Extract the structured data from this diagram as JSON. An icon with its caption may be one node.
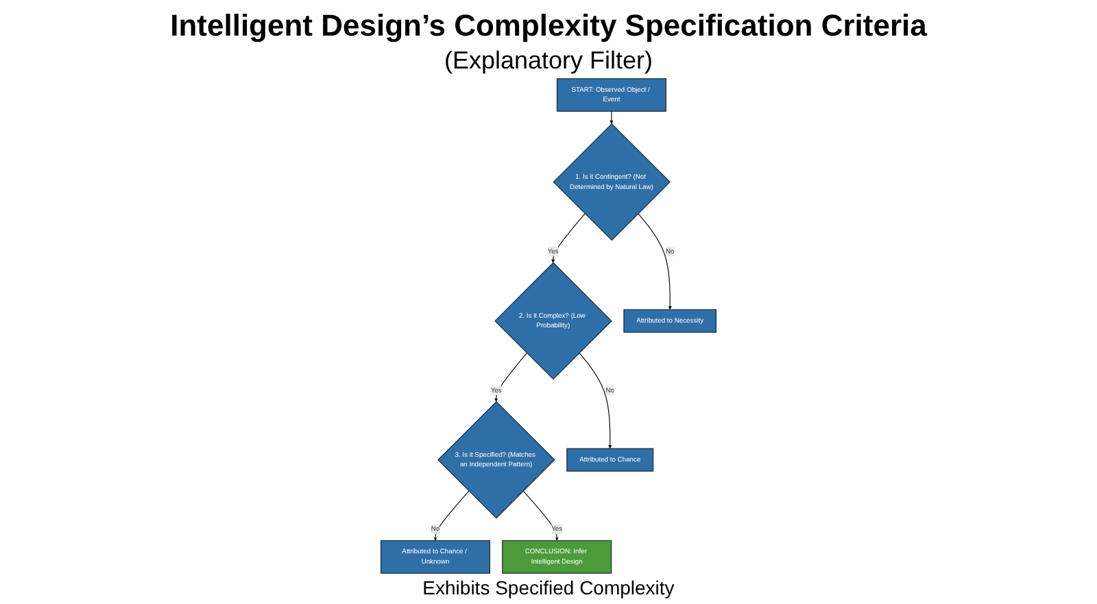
{
  "diagram": {
    "title": "Intelligent Design’s Complexity Specification Criteria",
    "nodes": [
      {
        "text": [
          "START: Observed Object / Event"
        ]
      },
      {
        "text": [
          "1. Is it Contingent? (Not Determined by Natural Law)"
        ]
      },
      {
        "text": [
          "2. Is it Complex? (Low Probability)"
        ]
      },
      {
        "text": [
          "3. Is it Specified? (Matches an Independent Pattern)"
        ]
      },
      {
        "text": [
          "Attributed to Necessity"
        ]
      },
      {
        "text": [
          "Attributed to Chance"
        ]
      },
      {
        "text": [
          "Attributed to Chance / Unknown"
        ]
      },
      {
        "text": [
          "CONCLUSION: Infer Intelligent Design"
        ],
        "beside": [
          "Exhibits Specified Complexity"
        ]
      }
    ],
    "edges": [
      {
        "from": 0,
        "to": 1,
        "arrow": "to"
      },
      {
        "from": 1,
        "to": 2,
        "label": "Yes",
        "arrow": "to"
      },
      {
        "from": 2,
        "to": 3,
        "label": "Yes",
        "arrow": "to"
      },
      {
        "from": 1,
        "to": 4,
        "label": "No",
        "arrow": "to"
      },
      {
        "from": 2,
        "to": 5,
        "label": "No",
        "arrow": "to"
      },
      {
        "from": 3,
        "to": 6,
        "label": "No",
        "arrow": "to"
      },
      {
        "from": 3,
        "to": 7,
        "label": "Yes",
        "arrow": "to"
      }
    ],
    "labels": [
      "(Explanatory Filter)"
    ]
  }
}
